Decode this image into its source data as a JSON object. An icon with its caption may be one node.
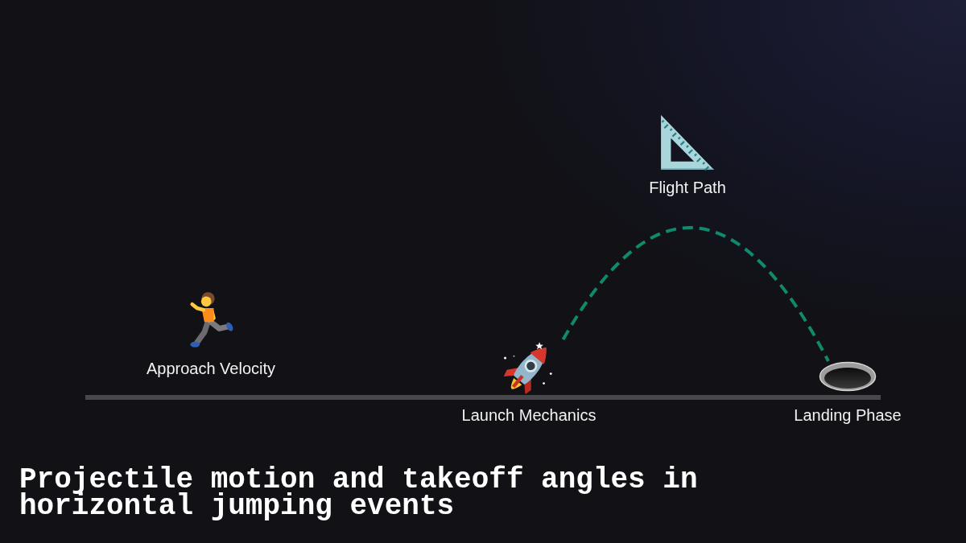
{
  "diagram": {
    "title": "Projectile motion and takeoff angles in horizontal jumping events",
    "nodes": [
      {
        "text": [
          "Approach Velocity"
        ]
      },
      {
        "text": [
          "Launch Mechanics"
        ]
      },
      {
        "text": [
          "Flight Path"
        ]
      },
      {
        "text": [
          "Landing Phase"
        ]
      }
    ],
    "edges": [
      {
        "from": 1,
        "to": 3,
        "arrow": "none",
        "style": "dashed"
      }
    ]
  }
}
